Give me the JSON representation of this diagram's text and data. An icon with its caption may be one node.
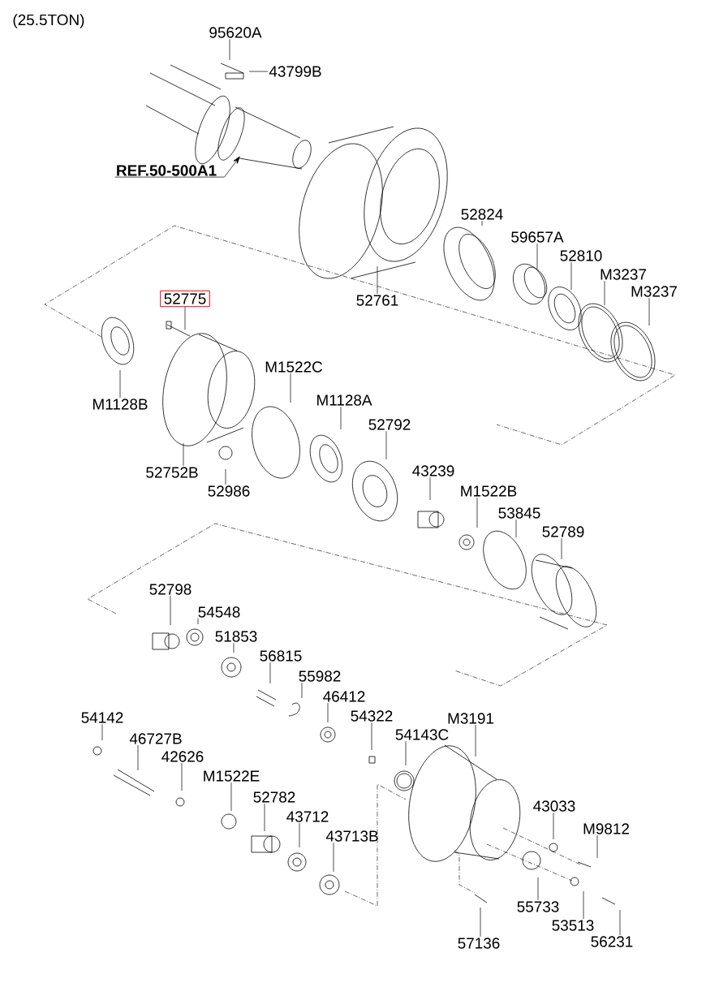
{
  "diagram": {
    "title": "(25.5TON)",
    "nodes": [
      {
        "text": [
          "95620A"
        ]
      },
      {
        "text": [
          "43799B"
        ]
      },
      {
        "text": [
          "REF.50-500A1"
        ]
      },
      {
        "text": [
          "52775"
        ]
      },
      {
        "text": [
          "M1128B"
        ]
      },
      {
        "text": [
          "M1522C"
        ]
      },
      {
        "text": [
          "M1128A"
        ]
      },
      {
        "text": [
          "52761"
        ]
      },
      {
        "text": [
          "52824"
        ]
      },
      {
        "text": [
          "59657A"
        ]
      },
      {
        "text": [
          "52810"
        ]
      },
      {
        "text": [
          "M3237"
        ]
      },
      {
        "text": [
          "M3237"
        ]
      },
      {
        "text": [
          "52792"
        ]
      },
      {
        "text": [
          "52752B"
        ]
      },
      {
        "text": [
          "52986"
        ]
      },
      {
        "text": [
          "43239"
        ]
      },
      {
        "text": [
          "M1522B"
        ]
      },
      {
        "text": [
          "53845"
        ]
      },
      {
        "text": [
          "52789"
        ]
      },
      {
        "text": [
          "52798"
        ]
      },
      {
        "text": [
          "54548"
        ]
      },
      {
        "text": [
          "51853"
        ]
      },
      {
        "text": [
          "56815"
        ]
      },
      {
        "text": [
          "55982"
        ]
      },
      {
        "text": [
          "46412"
        ]
      },
      {
        "text": [
          "54322"
        ]
      },
      {
        "text": [
          "54143C"
        ]
      },
      {
        "text": [
          "M3191"
        ]
      },
      {
        "text": [
          "54142"
        ]
      },
      {
        "text": [
          "46727B"
        ]
      },
      {
        "text": [
          "42626"
        ]
      },
      {
        "text": [
          "M1522E"
        ]
      },
      {
        "text": [
          "52782"
        ]
      },
      {
        "text": [
          "43712"
        ]
      },
      {
        "text": [
          "43713B"
        ]
      },
      {
        "text": [
          "43033"
        ]
      },
      {
        "text": [
          "M9812"
        ]
      },
      {
        "text": [
          "55733"
        ]
      },
      {
        "text": [
          "53513"
        ]
      },
      {
        "text": [
          "57136"
        ]
      },
      {
        "text": [
          "56231"
        ]
      }
    ],
    "edges": [
      {
        "from": 0,
        "to": null,
        "arrow": "none"
      },
      {
        "from": 1,
        "to": null,
        "arrow": "none"
      },
      {
        "from": 2,
        "to": null,
        "arrow": "to"
      },
      {
        "from": 3,
        "to": null,
        "arrow": "none"
      },
      {
        "from": 4,
        "to": null,
        "arrow": "none"
      },
      {
        "from": 5,
        "to": null,
        "arrow": "none"
      },
      {
        "from": 6,
        "to": null,
        "arrow": "none"
      },
      {
        "from": 7,
        "to": null,
        "arrow": "none"
      },
      {
        "from": 8,
        "to": null,
        "arrow": "none"
      },
      {
        "from": 9,
        "to": null,
        "arrow": "none"
      },
      {
        "from": 10,
        "to": null,
        "arrow": "none"
      },
      {
        "from": 11,
        "to": null,
        "arrow": "none"
      },
      {
        "from": 12,
        "to": null,
        "arrow": "none"
      },
      {
        "from": 13,
        "to": null,
        "arrow": "none"
      },
      {
        "from": 14,
        "to": null,
        "arrow": "none"
      },
      {
        "from": 15,
        "to": null,
        "arrow": "none"
      },
      {
        "from": 16,
        "to": null,
        "arrow": "none"
      },
      {
        "from": 17,
        "to": null,
        "arrow": "none"
      },
      {
        "from": 18,
        "to": null,
        "arrow": "none"
      },
      {
        "from": 19,
        "to": null,
        "arrow": "none"
      },
      {
        "from": 20,
        "to": null,
        "arrow": "none"
      },
      {
        "from": 21,
        "to": null,
        "arrow": "none"
      },
      {
        "from": 22,
        "to": null,
        "arrow": "none"
      },
      {
        "from": 23,
        "to": null,
        "arrow": "none"
      },
      {
        "from": 24,
        "to": null,
        "arrow": "none"
      },
      {
        "from": 25,
        "to": null,
        "arrow": "none"
      },
      {
        "from": 26,
        "to": null,
        "arrow": "none"
      },
      {
        "from": 27,
        "to": null,
        "arrow": "none"
      },
      {
        "from": 28,
        "to": null,
        "arrow": "none"
      },
      {
        "from": 29,
        "to": null,
        "arrow": "none"
      },
      {
        "from": 30,
        "to": null,
        "arrow": "none"
      },
      {
        "from": 31,
        "to": null,
        "arrow": "none"
      },
      {
        "from": 32,
        "to": null,
        "arrow": "none"
      },
      {
        "from": 33,
        "to": null,
        "arrow": "none"
      },
      {
        "from": 34,
        "to": null,
        "arrow": "none"
      },
      {
        "from": 35,
        "to": null,
        "arrow": "none"
      },
      {
        "from": 36,
        "to": null,
        "arrow": "none"
      },
      {
        "from": 37,
        "to": null,
        "arrow": "none"
      },
      {
        "from": 38,
        "to": null,
        "arrow": "none"
      },
      {
        "from": 39,
        "to": null,
        "arrow": "none"
      },
      {
        "from": 40,
        "to": null,
        "arrow": "none"
      },
      {
        "from": 41,
        "to": null,
        "arrow": "none"
      }
    ]
  }
}
